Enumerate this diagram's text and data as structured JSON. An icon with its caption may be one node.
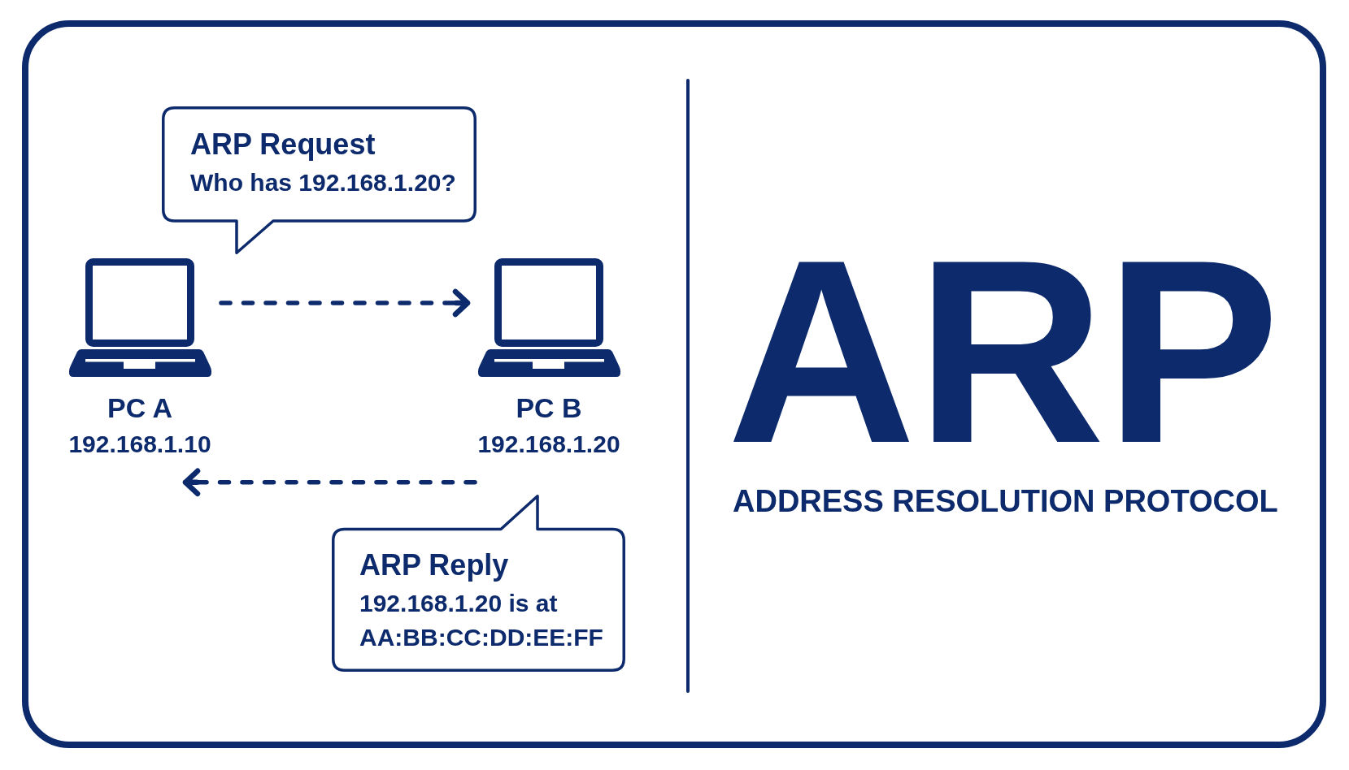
{
  "diagram": {
    "title": "ARP",
    "nodes": [
      {
        "text": [
          "ARP Request",
          "Who has 192.168.1.20?"
        ]
      },
      {
        "text": [
          "PC A",
          "192.168.1.10"
        ]
      },
      {
        "text": [
          "PC B",
          "192.168.1.20"
        ]
      },
      {
        "text": [
          "ARP Reply",
          "192.168.1.20 is at AA:BB:CC:DD:EE:FF"
        ]
      }
    ],
    "edges": [
      {
        "from": 1,
        "to": 2,
        "arrow": "to",
        "style": "dashed"
      },
      {
        "from": 2,
        "to": 1,
        "arrow": "to",
        "style": "dashed"
      }
    ],
    "labels": [
      "ADDRESS RESOLUTION PROTOCOL"
    ]
  }
}
